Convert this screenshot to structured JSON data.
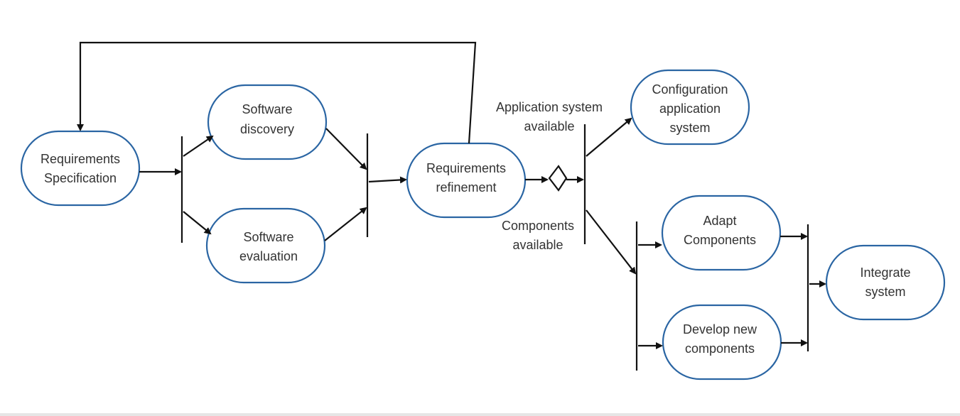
{
  "nodes": {
    "req_spec": {
      "lines": [
        "Requirements",
        "Specification"
      ]
    },
    "sw_discovery": {
      "lines": [
        "Software",
        "discovery"
      ]
    },
    "sw_evaluation": {
      "lines": [
        "Software",
        "evaluation"
      ]
    },
    "req_refine": {
      "lines": [
        "Requirements",
        "refinement"
      ]
    },
    "config_app": {
      "lines": [
        "Configuration",
        "application",
        "system"
      ]
    },
    "adapt_comp": {
      "lines": [
        "Adapt",
        "Components"
      ]
    },
    "develop_comp": {
      "lines": [
        "Develop new",
        "components"
      ]
    },
    "integrate": {
      "lines": [
        "Integrate",
        "system"
      ]
    }
  },
  "labels": {
    "app_available": {
      "lines": [
        "Application system",
        "available"
      ]
    },
    "comp_available": {
      "lines": [
        "Components",
        "available"
      ]
    }
  },
  "colors": {
    "node_border": "#2a65a3",
    "edge": "#111111",
    "text": "#333333"
  }
}
